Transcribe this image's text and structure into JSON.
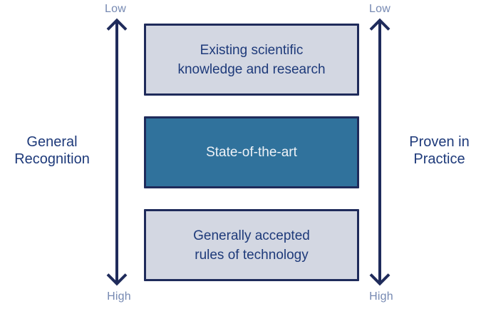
{
  "colors": {
    "navy_border_arrow": "#1f2b5b",
    "teal_fill": "#30729c",
    "light_fill": "#d3d7e2",
    "dark_blue_text": "#1e3a7a",
    "light_text": "#eef2f7",
    "scale_label_text": "#7689b2",
    "background": "#ffffff"
  },
  "axes": {
    "left": {
      "top_label": "Low",
      "bottom_label": "High",
      "title": "General\nRecognition",
      "icon": "vertical-double-arrow-icon"
    },
    "right": {
      "top_label": "Low",
      "bottom_label": "High",
      "title": "Proven in\nPractice",
      "icon": "vertical-double-arrow-icon"
    }
  },
  "boxes": [
    {
      "label": "Existing scientific\nknowledge and research",
      "variant": "light"
    },
    {
      "label": "State-of-the-art",
      "variant": "teal"
    },
    {
      "label": "Generally accepted\nrules of technology",
      "variant": "light"
    }
  ]
}
